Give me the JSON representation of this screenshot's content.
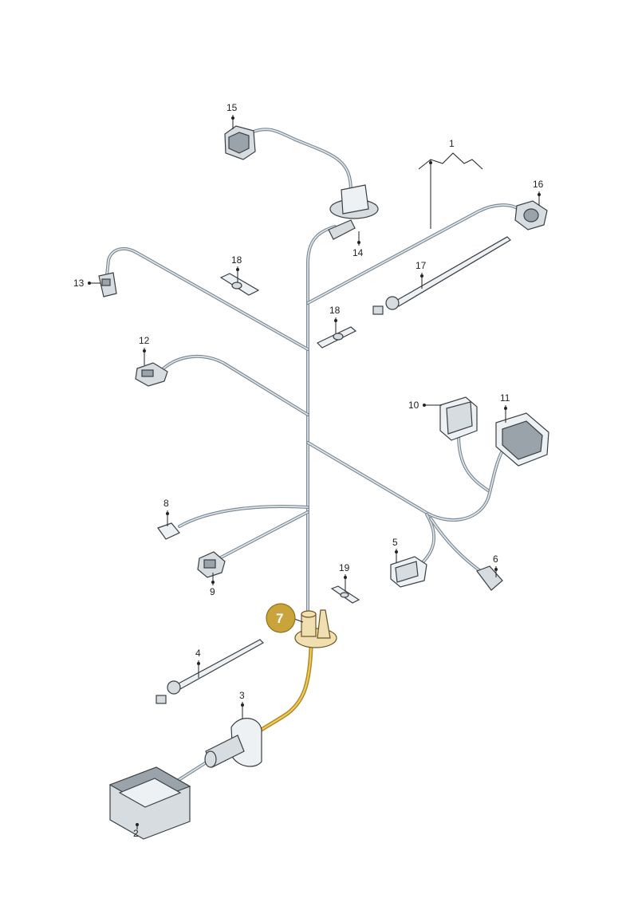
{
  "labels": {
    "p1": "1",
    "p2": "2",
    "p3": "3",
    "p4": "4",
    "p5": "5",
    "p6": "6",
    "p7": "7",
    "p8": "8",
    "p9": "9",
    "p10": "10",
    "p11": "11",
    "p12": "12",
    "p13": "13",
    "p14": "14",
    "p15": "15",
    "p16": "16",
    "p17": "17",
    "p18a": "18",
    "p18b": "18",
    "p19": "19"
  },
  "highlight": {
    "part": "7",
    "color": "#c9a43a"
  },
  "colors": {
    "wire": "#7d8b95",
    "highlight_wire": "#f0cc64"
  }
}
